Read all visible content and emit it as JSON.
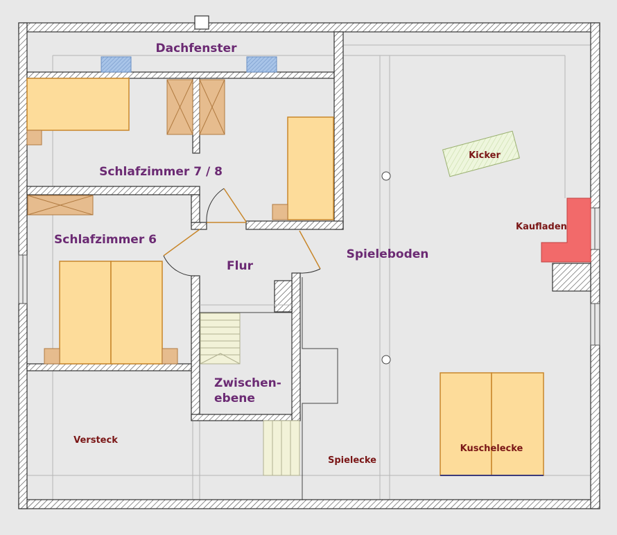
{
  "rooms": {
    "dachfenster": "Dachfenster",
    "schlafzimmer_78": "Schlafzimmer 7 / 8",
    "schlafzimmer_6": "Schlafzimmer 6",
    "flur": "Flur",
    "spieleboden": "Spieleboden",
    "zwischenebene_1": "Zwischen-",
    "zwischenebene_2": "ebene"
  },
  "items": {
    "kicker": "Kicker",
    "kaufladen": "Kaufladen",
    "versteck": "Versteck",
    "spielecke": "Spielecke",
    "kuschelecke": "Kuschelecke"
  },
  "colors": {
    "background": "#e8e8e8",
    "wall_fill": "#ffffff",
    "wall_stroke": "#333333",
    "bed": "#fddc9a",
    "bed_border": "#c8862a",
    "furniture": "#e6bc8e",
    "window": "#a8c4e8",
    "kicker": "#e3f0cc",
    "kaufladen": "#f26a6a",
    "stairs": "#f2f2d8",
    "room_label": "#6b2a73",
    "item_label": "#7a1616"
  }
}
